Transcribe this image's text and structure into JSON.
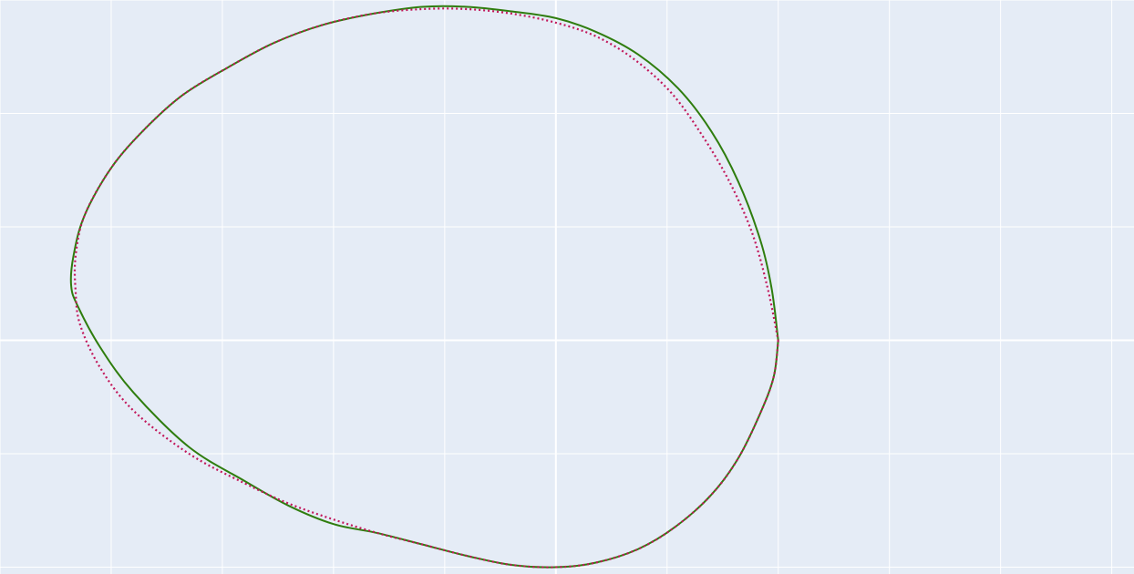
{
  "chart_data": {
    "type": "line",
    "title": "",
    "xlabel": "",
    "ylabel": "",
    "xlim": [
      -2.5,
      2.6
    ],
    "ylim": [
      -1.03,
      1.5
    ],
    "grid": true,
    "legend": "none",
    "background_color": "#e5ecf6",
    "grid_color": "#ffffff",
    "series": [
      {
        "style": "solid",
        "color": "#2f7d0e",
        "x": [
          1.0,
          0.98,
          0.92,
          0.82,
          0.7,
          0.54,
          0.37,
          0.18,
          0.0,
          -0.2,
          -0.4,
          -0.6,
          -0.8,
          -1.0,
          -1.2,
          -1.4,
          -1.65,
          -1.9,
          -2.05,
          -2.15,
          -2.18,
          -2.17,
          -2.12,
          -2.0,
          -1.85,
          -1.68,
          -1.48,
          -1.27,
          -1.05,
          -0.82,
          -0.6,
          -0.4,
          -0.2,
          0.0,
          0.18,
          0.37,
          0.55,
          0.7,
          0.82,
          0.92,
          0.97,
          1.0
        ],
        "y": [
          0.0,
          -0.16,
          -0.32,
          -0.52,
          -0.68,
          -0.82,
          -0.92,
          -0.98,
          -1.0,
          -0.99,
          -0.95,
          -0.9,
          -0.85,
          -0.81,
          -0.73,
          -0.62,
          -0.47,
          -0.23,
          -0.03,
          0.15,
          0.24,
          0.37,
          0.55,
          0.76,
          0.93,
          1.08,
          1.2,
          1.31,
          1.39,
          1.44,
          1.47,
          1.47,
          1.45,
          1.42,
          1.36,
          1.26,
          1.11,
          0.92,
          0.7,
          0.44,
          0.23,
          0.0
        ]
      },
      {
        "style": "dotted",
        "color": "#c2185b",
        "x": [
          1.0,
          0.98,
          0.92,
          0.82,
          0.7,
          0.54,
          0.37,
          0.18,
          0.0,
          -0.2,
          -0.4,
          -0.6,
          -0.8,
          -1.0,
          -1.2,
          -1.4,
          -1.65,
          -1.9,
          -2.05,
          -2.14,
          -2.16,
          -2.16,
          -2.12,
          -2.0,
          -1.85,
          -1.68,
          -1.48,
          -1.27,
          -1.05,
          -0.82,
          -0.6,
          -0.4,
          -0.2,
          0.0,
          0.18,
          0.35,
          0.52,
          0.66,
          0.78,
          0.88,
          0.95,
          1.0
        ],
        "y": [
          0.0,
          -0.16,
          -0.32,
          -0.52,
          -0.68,
          -0.82,
          -0.92,
          -0.98,
          -1.0,
          -0.99,
          -0.95,
          -0.9,
          -0.85,
          -0.79,
          -0.72,
          -0.63,
          -0.5,
          -0.31,
          -0.12,
          0.07,
          0.22,
          0.37,
          0.55,
          0.76,
          0.93,
          1.08,
          1.2,
          1.31,
          1.39,
          1.44,
          1.46,
          1.46,
          1.44,
          1.4,
          1.34,
          1.24,
          1.09,
          0.9,
          0.7,
          0.48,
          0.24,
          0.0
        ]
      }
    ]
  }
}
